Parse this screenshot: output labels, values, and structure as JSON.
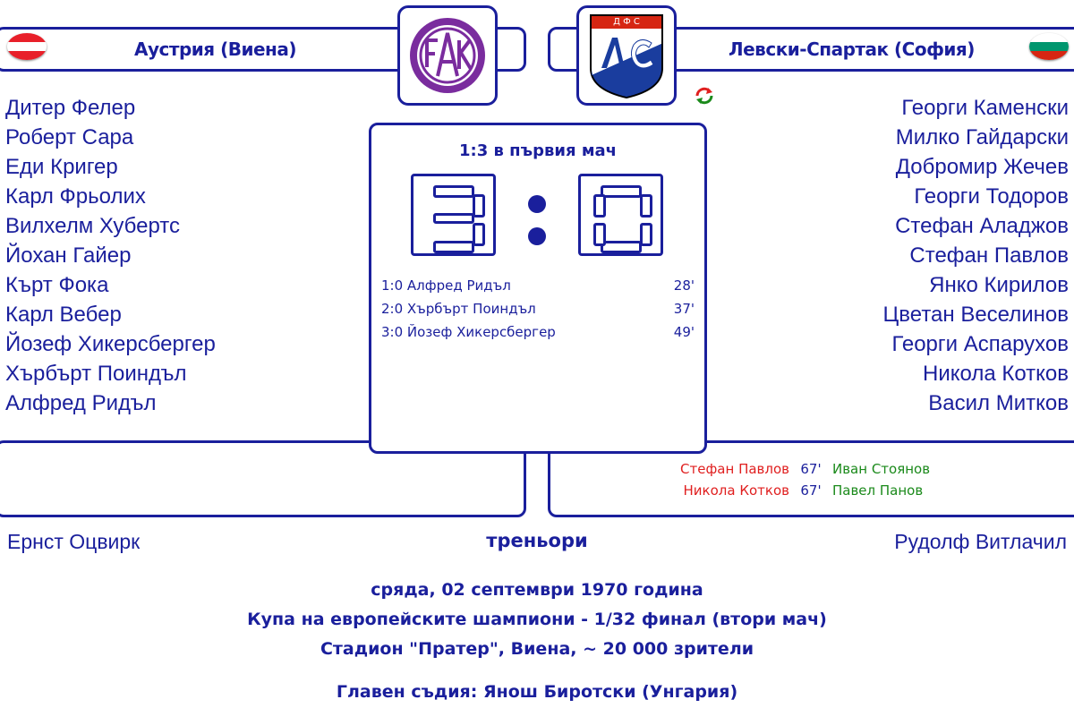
{
  "home": {
    "name": "Аустрия (Виена)",
    "logo_text": "FAK",
    "flag_icon": "austria-flag-icon",
    "players": [
      "Дитер Фелер",
      "Роберт Сара",
      "Еди Кригер",
      "Карл Фрьолих",
      "Вилхелм Хубертс",
      "Йохан Гайер",
      "Кърт Фока",
      "Карл Вебер",
      "Йозеф Хикерсбергер",
      "Хърбърт Поиндъл",
      "Алфред Ридъл"
    ],
    "coach": "Ернст Оцвирк"
  },
  "away": {
    "name": "Левски-Спартак (София)",
    "logo_text": "ЛС",
    "logo_top_text": "Д Ф С",
    "flag_icon": "bulgaria-flag-icon",
    "players": [
      "Георги Каменски",
      "Милко Гайдарски",
      "Добромир Жечев",
      "Георги Тодоров",
      "Стефан Аладжов",
      "Стефан Павлов",
      "Янко Кирилов",
      "Цветан Веселинов",
      "Георги Аспарухов",
      "Никола Котков",
      "Васил Митков"
    ],
    "coach": "Рудолф Витлачил",
    "substitutions": [
      {
        "out": "Стефан Павлов",
        "minute": "67'",
        "in": "Иван Стоянов"
      },
      {
        "out": "Никола Котков",
        "minute": "67'",
        "in": "Павел Панов"
      }
    ]
  },
  "score": {
    "first_leg": "1:3 в първия мач",
    "home": 3,
    "away": 0
  },
  "goals": [
    {
      "text": "1:0 Алфред Ридъл",
      "minute": "28'"
    },
    {
      "text": "2:0 Хърбърт Поиндъл",
      "minute": "37'"
    },
    {
      "text": "3:0 Йозеф Хикерсбергер",
      "minute": "49'"
    }
  ],
  "coaches_label": "треньори",
  "match_info": {
    "date": "сряда, 02 септември 1970 година",
    "competition": "Купа на европейските шампиони - 1/32 финал (втори мач)",
    "stadium": "Стадион \"Пратер\", Виена, ~ 20 000 зрители",
    "referee": "Главен съдия: Янош Биротски (Унгария)"
  },
  "colors": {
    "primary": "#1a1f9c",
    "sub_out": "#e01f1f",
    "sub_in": "#1b8a1b",
    "home_logo": "#7a2c9e"
  },
  "icons": {
    "substitution": "substitution-icon"
  }
}
